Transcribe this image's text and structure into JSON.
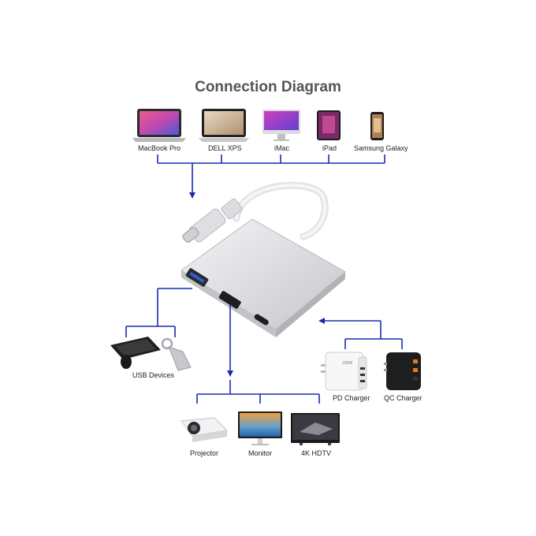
{
  "title": "Connection Diagram",
  "colors": {
    "connector": "#1a2bb0",
    "device_dark": "#2a2a2a"
  },
  "sources": [
    {
      "label": "MacBook Pro",
      "icon": "laptop-icon"
    },
    {
      "label": "DELL XPS",
      "icon": "laptop-icon"
    },
    {
      "label": "iMac",
      "icon": "desktop-icon"
    },
    {
      "label": "iPad",
      "icon": "tablet-icon"
    },
    {
      "label": "Samsung Galaxy",
      "icon": "phone-icon"
    }
  ],
  "usb_devices": {
    "label": "USB Devices",
    "icons": [
      "keyboard-icon",
      "mouse-icon",
      "usb-flash-drive-icon"
    ]
  },
  "chargers": [
    {
      "label": "PD Charger",
      "icon": "charger-icon",
      "marking": "100W"
    },
    {
      "label": "QC Charger",
      "icon": "charger-icon"
    }
  ],
  "displays": [
    {
      "label": "Projector",
      "icon": "projector-icon"
    },
    {
      "label": "Monitor",
      "icon": "monitor-icon"
    },
    {
      "label": "4K HDTV",
      "icon": "tv-icon"
    }
  ]
}
